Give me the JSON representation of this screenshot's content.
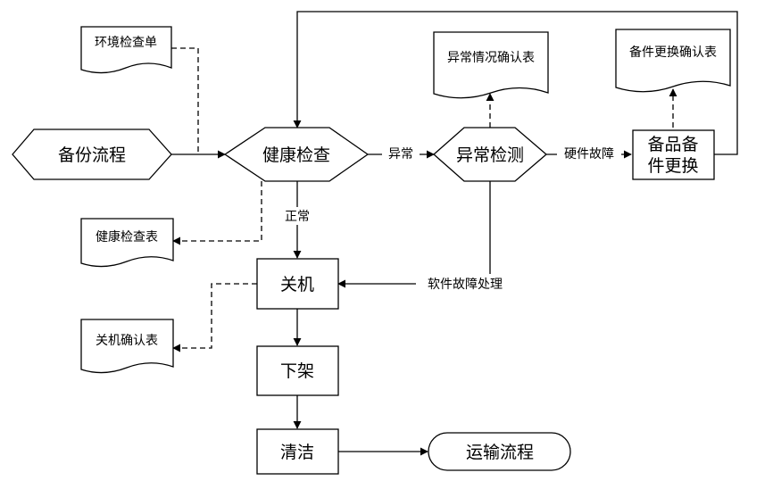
{
  "nodes": {
    "backup_flow": "备份流程",
    "env_check_sheet": "环境检查单",
    "health_check": "健康检查",
    "health_check_form": "健康检查表",
    "anomaly_detect": "异常检测",
    "anomaly_confirm_form": "异常情况确认表",
    "spare_replace_line1": "备品备",
    "spare_replace_line2": "件更换",
    "spare_confirm_form": "备件更换确认表",
    "shutdown": "关机",
    "shutdown_confirm_form": "关机确认表",
    "unrack": "下架",
    "clean": "清洁",
    "transport_flow": "运输流程"
  },
  "edges": {
    "abnormal": "异常",
    "normal": "正常",
    "hardware_fault": "硬件故障",
    "software_fault": "软件故障处理"
  }
}
